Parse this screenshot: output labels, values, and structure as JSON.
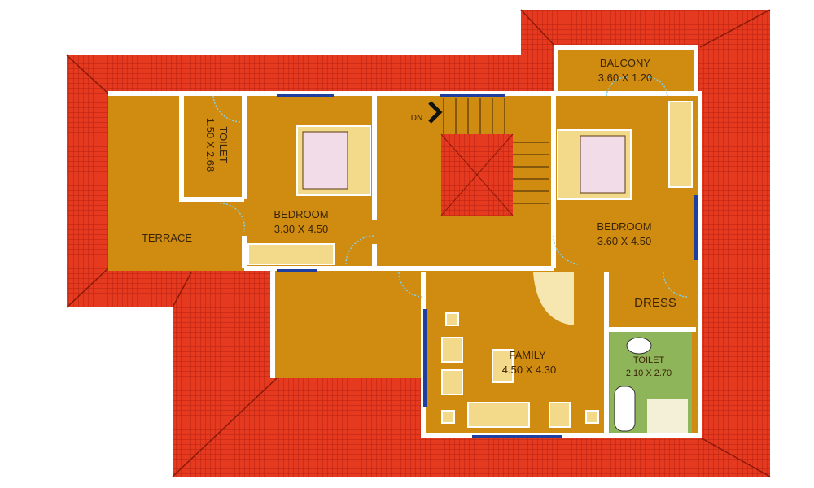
{
  "colors": {
    "roof": "#e53a1f",
    "roof_lines": "#b82210",
    "floor": "#d08c10",
    "walls": "#ffffff",
    "window": "#1f3fa0",
    "toilet_floor": "#8fb55a",
    "bed": "#f2dce8"
  },
  "rooms": {
    "terrace": {
      "name": "TERRACE"
    },
    "toilet_left": {
      "name": "TOILET",
      "size": "1.50 X 2.68"
    },
    "bedroom_left": {
      "name": "BEDROOM",
      "size": "3.30 X 4.50"
    },
    "stair": {
      "label": "DN"
    },
    "balcony": {
      "name": "BALCONY",
      "size": "3.60 X 1.20"
    },
    "bedroom_right": {
      "name": "BEDROOM",
      "size": "3.60 X 4.50"
    },
    "dress": {
      "name": "DRESS"
    },
    "family": {
      "name": "FAMILY",
      "size": "4.50 X 4.30"
    },
    "toilet_right": {
      "name": "TOILET",
      "size": "2.10 X 2.70"
    }
  }
}
